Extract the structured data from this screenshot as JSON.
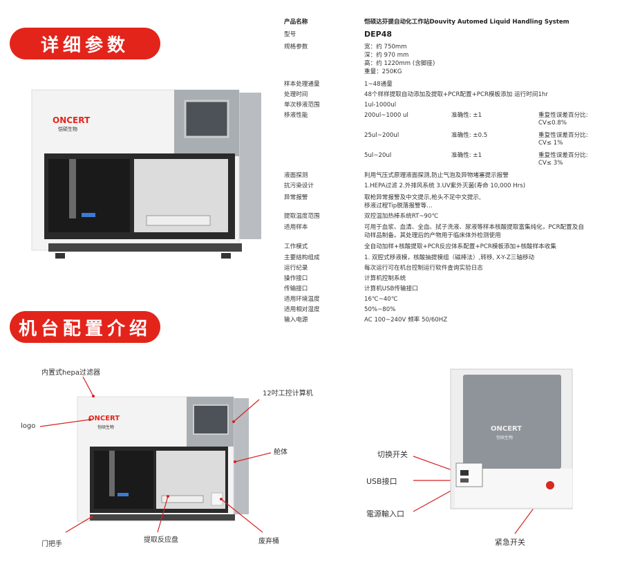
{
  "sections": {
    "params_title": "详细参数",
    "config_title": "机台配置介绍"
  },
  "brand": {
    "logo_text": "ONCERT",
    "logo_sub": "恺硕生物"
  },
  "specs": {
    "product_name_label": "产品名称",
    "product_name_value": "恺硕达芬提自动化工作站Douvity Automed Liquid Handling System",
    "model_label": "型号",
    "model_value": "DEP48",
    "dims_label": "规格参数",
    "dims": [
      "宽：约 750mm",
      "深：约 970 mm",
      "高：约 1220mm (含脚座)",
      "重量：250KG"
    ],
    "throughput_label": "样本处理通量",
    "throughput_value": "1~48通量",
    "time_label": "处理时间",
    "time_value": "48个样样提取自动添加及提取+PCR配置+PCR模板添加 运行时间1hr",
    "range_label": "单次移液范围",
    "range_value": "1ul-1000ul",
    "perf_label": "移液性能",
    "perf": [
      {
        "range": "200ul~1000 ul",
        "accuracy": "准确性: ±1",
        "cv_title": "重复性误差百分比:",
        "cv": "CV≤0.8%"
      },
      {
        "range": "25ul~200ul",
        "accuracy": "准确性: ±0.5",
        "cv_title": "重复性误差百分比:",
        "cv": "CV≤ 1%"
      },
      {
        "range": "5ul~20ul",
        "accuracy": "准确性: ±1",
        "cv_title": "重复性误差百分比:",
        "cv": "CV≤ 3%"
      }
    ],
    "level_label": "液面探测",
    "level_value": "利用气压式原理液面探测,防止气泡及异物堵塞提示报警",
    "contam_label": "抗污染设计",
    "contam_value": "1.HEPA过滤  2.外排风系统  3.UV紫外灭菌(寿命 10,000 Hrs)",
    "alarm_label": "异常报警",
    "alarm_value": [
      "取枪异常报警及中文提示,枪头不足中文提示,",
      "移液过程Tip脱落报警等…"
    ],
    "temp_label": "提取温度范围",
    "temp_value": "双控温加热棒系统RT~90℃",
    "sample_label": "适用样本",
    "sample_value": [
      "可用于血浆、血清、全血、拭子洗液、尿液等样本核酸提取富集纯化，PCR配置及自",
      "动样品制备。其处理后的产物用于临床体外检测使用"
    ],
    "mode_label": "工作模式",
    "mode_value": "全自动加样+核酸提取+PCR反应体系配置+PCR模板添加+核酸样本收集",
    "struct_label": "主要结构组成",
    "struct_value": "1. 双腔式移液模，核酸抽提模组（磁棒法）,转移, X-Y-Z三轴移动",
    "log_label": "运行纪录",
    "log_value": "每次运行可在机台控制运行软件查询实验日志",
    "op_label": "操作接口",
    "op_value": "计算机控制系统",
    "tx_label": "传输接口",
    "tx_value": "计算机USB传输接口",
    "env_temp_label": "适用环境温度",
    "env_temp_value": "16℃~40℃",
    "hum_label": "适用相对湿度",
    "hum_value": "50%~80%",
    "power_label": "输入电源",
    "power_value": "AC 100~240V 频率 50/60HZ"
  },
  "callouts": {
    "hepa": "内置式hepa过滤器",
    "logo": "logo",
    "computer": "12吋工控计算机",
    "cabin": "舱体",
    "handle": "门把手",
    "tray": "提取反应盘",
    "waste": "废弃桶",
    "switch": "切换开关",
    "usb": "USB接口",
    "power": "電源輸入口",
    "estop": "紧急开关"
  }
}
